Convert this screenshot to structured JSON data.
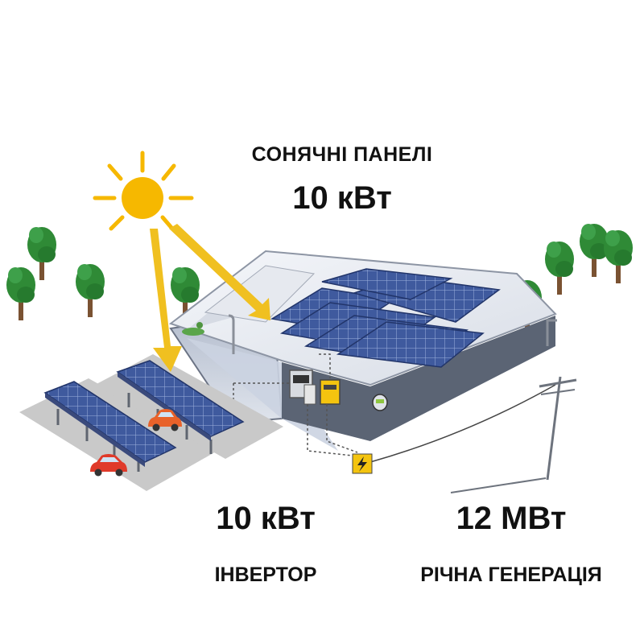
{
  "labels": {
    "panels_title": "СОНЯЧНІ ПАНЕЛІ",
    "panels_power": "10 кВт",
    "inverter_power": "10 кВт",
    "inverter_label": "ІНВЕРТОР",
    "annual_value": "12 МВт",
    "annual_label": "РІЧНА ГЕНЕРАЦІЯ"
  },
  "colors": {
    "sun": "#f6b800",
    "arrow": "#f0c020",
    "panel": "#3f5a9e",
    "panel_grid": "#9fb3de",
    "tree": "#2f8a36",
    "tree_trunk": "#7a5232",
    "roof": "#e9ecf2",
    "wall_dark": "#5b6474",
    "wall_glass": "#c3ccdb",
    "ground": "#c9c9c9",
    "car": "#e03a2a",
    "car_orange": "#e8622a",
    "warning_badge": "#f4c40f"
  },
  "icons": [
    "sun-icon",
    "lightning-icon",
    "utility-pole-icon",
    "meter-icon",
    "inverter-icon"
  ]
}
